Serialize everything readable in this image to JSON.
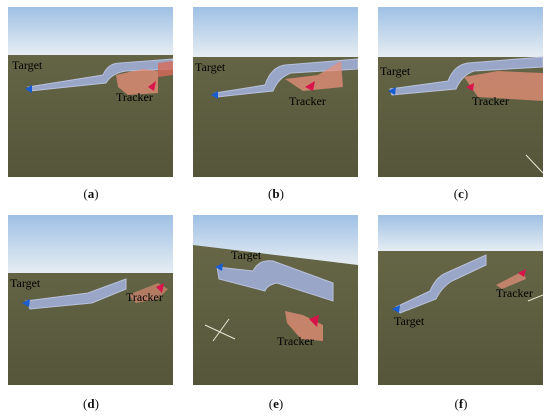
{
  "figure": {
    "target_label": "Target",
    "tracker_label": "Tracker",
    "colors": {
      "sky_top": "#a8c6e6",
      "sky_bottom": "#e4ebf2",
      "ground": "#5c5b3c",
      "target_trail": "#9aa6c8",
      "tracker_trail": "#e8907a",
      "target": "#1a5dd0",
      "tracker": "#d8144a"
    },
    "panels": [
      {
        "id": "a",
        "caption_open": "(",
        "caption_letter": "a",
        "caption_close": ")"
      },
      {
        "id": "b",
        "caption_open": "(",
        "caption_letter": "b",
        "caption_close": ")"
      },
      {
        "id": "c",
        "caption_open": "(",
        "caption_letter": "c",
        "caption_close": ")"
      },
      {
        "id": "d",
        "caption_open": "(",
        "caption_letter": "d",
        "caption_close": ")"
      },
      {
        "id": "e",
        "caption_open": "(",
        "caption_letter": "e",
        "caption_close": ")"
      },
      {
        "id": "f",
        "caption_open": "(",
        "caption_letter": "f",
        "caption_close": ")"
      }
    ]
  }
}
